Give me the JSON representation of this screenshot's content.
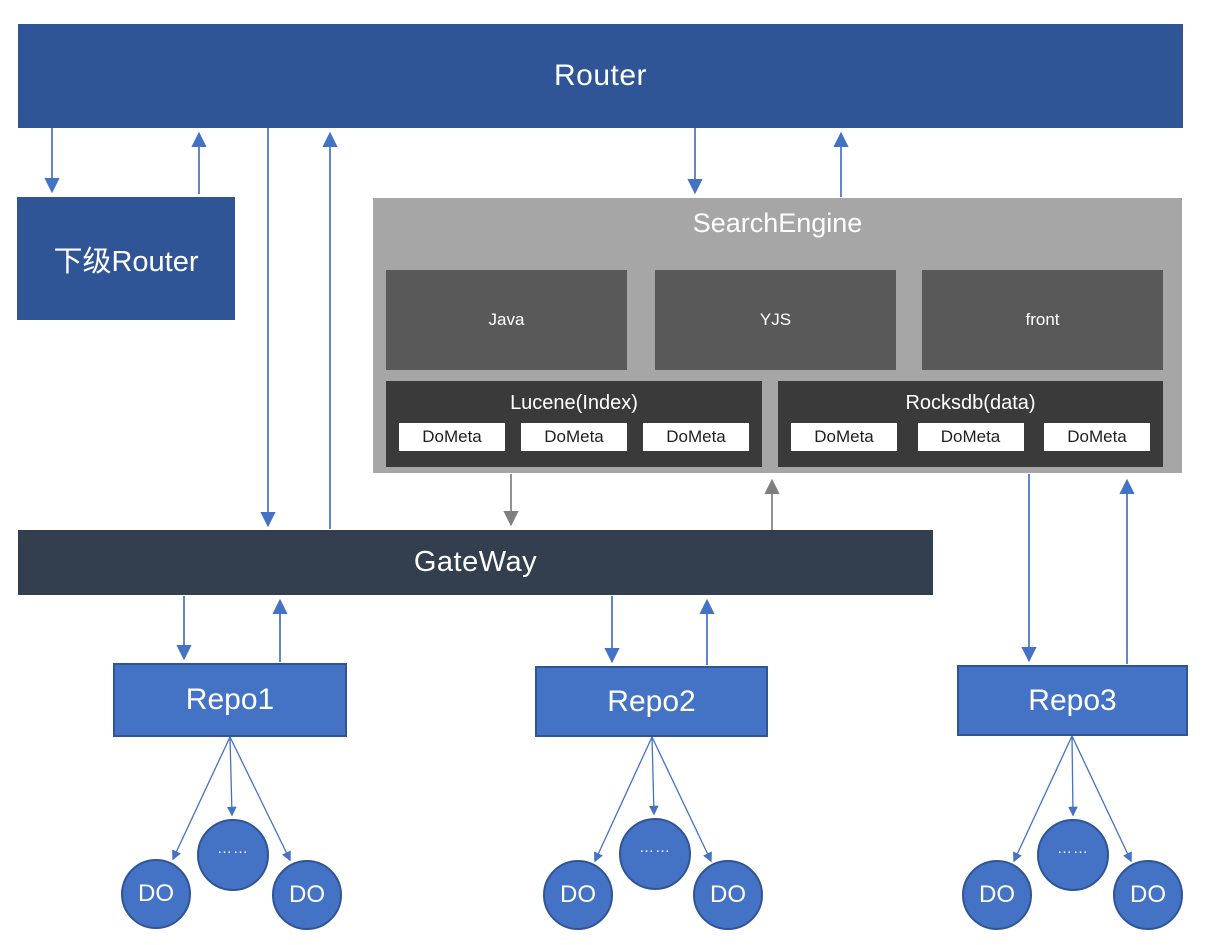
{
  "colors": {
    "router_blue": "#2F5597",
    "node_blue": "#4472C4",
    "node_border": "#2F5597",
    "gateway_dark": "#333F4F",
    "container_gray": "#A6A6A6",
    "module_gray": "#595959",
    "store_dark": "#3A3A3A",
    "chip_bg": "#FFFFFF",
    "chip_text": "#1F1F1F",
    "text_white": "#FFFFFF",
    "arrow_blue": "#4472C4",
    "arrow_gray": "#7F7F7F"
  },
  "router": {
    "label": "Router"
  },
  "sub_router": {
    "label": "下级Router"
  },
  "search_engine": {
    "title": "SearchEngine",
    "modules": [
      {
        "label": "Java"
      },
      {
        "label": "YJS"
      },
      {
        "label": "front"
      }
    ],
    "stores": [
      {
        "label": "Lucene(Index)",
        "chips": [
          "DoMeta",
          "DoMeta",
          "DoMeta"
        ]
      },
      {
        "label": "Rocksdb(data)",
        "chips": [
          "DoMeta",
          "DoMeta",
          "DoMeta"
        ]
      }
    ]
  },
  "gateway": {
    "label": "GateWay"
  },
  "repos": [
    {
      "label": "Repo1",
      "nodes": [
        "DO",
        "……",
        "DO"
      ]
    },
    {
      "label": "Repo2",
      "nodes": [
        "DO",
        "……",
        "DO"
      ]
    },
    {
      "label": "Repo3",
      "nodes": [
        "DO",
        "……",
        "DO"
      ]
    }
  ]
}
